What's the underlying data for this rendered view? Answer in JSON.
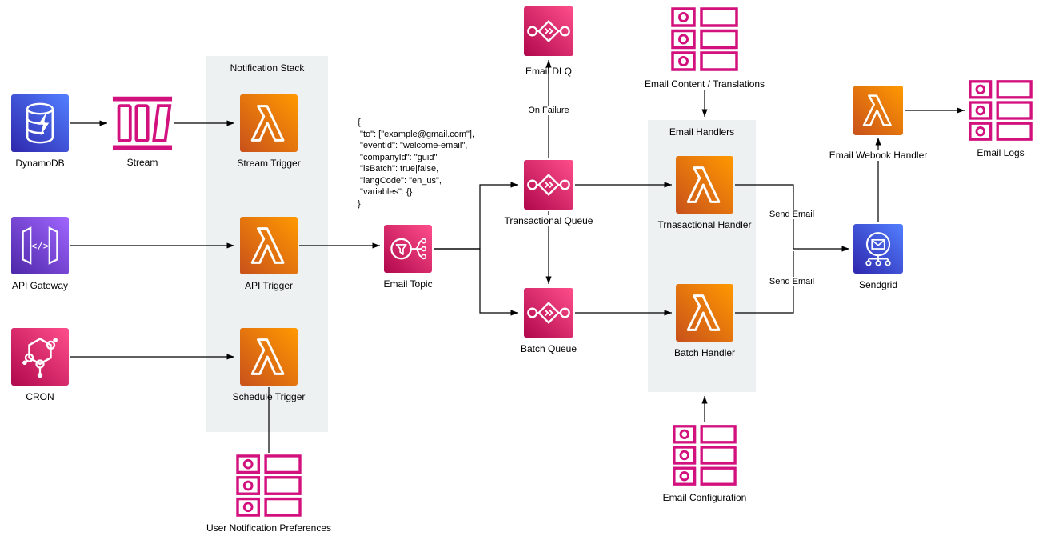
{
  "colors": {
    "lambda_dark": "#C8511B",
    "lambda_light": "#FF9900",
    "pink_dark": "#B0084D",
    "pink_light": "#FF4F8B",
    "blue_dark": "#2E27AD",
    "blue_light": "#527FFF",
    "purple_dark": "#4D27A8",
    "purple_light": "#A166FF",
    "magenta_outline": "#D3117E",
    "group_fill": "#EDF1F1",
    "edge_color": "#000000"
  },
  "groups": {
    "notification_stack": {
      "label": "Notification Stack"
    },
    "email_handlers": {
      "label": "Email Handlers"
    }
  },
  "nodes": {
    "dynamodb": {
      "label": "DynamoDB"
    },
    "stream": {
      "label": "Stream"
    },
    "stream_trigger": {
      "label": "Stream Trigger"
    },
    "api_gateway": {
      "label": "API Gateway"
    },
    "api_trigger": {
      "label": "API Trigger"
    },
    "cron": {
      "label": "CRON"
    },
    "schedule_trigger": {
      "label": "Schedule Trigger"
    },
    "user_notification_preferences": {
      "label": "User Notification Preferences"
    },
    "email_topic": {
      "label": "Email Topic"
    },
    "email_dlq": {
      "label": "Email DLQ"
    },
    "transactional_queue": {
      "label": "Transactional Queue"
    },
    "batch_queue": {
      "label": "Batch Queue"
    },
    "transactional_handler": {
      "label": "Trnasactional Handler"
    },
    "batch_handler": {
      "label": "Batch Handler"
    },
    "email_content_translations": {
      "label": "Email Content / Translations"
    },
    "email_configuration": {
      "label": "Email Configuration"
    },
    "sendgrid": {
      "label": "Sendgrid"
    },
    "email_webhook_handler": {
      "label": "Email Webook Handler"
    },
    "email_logs": {
      "label": "Email Logs"
    }
  },
  "edge_labels": {
    "on_failure": "On Failure",
    "send_email_transactional": "Send Email",
    "send_email_batch": "Send Email"
  },
  "payload_annotation": {
    "text": "{\n \"to\": [\"example@gmail.com\"],\n \"eventId\": \"welcome-email\",\n \"companyId\": \"guid\"\n \"isBatch\": true|false,\n \"langCode\": \"en_us\",\n \"variables\": {}\n}"
  }
}
